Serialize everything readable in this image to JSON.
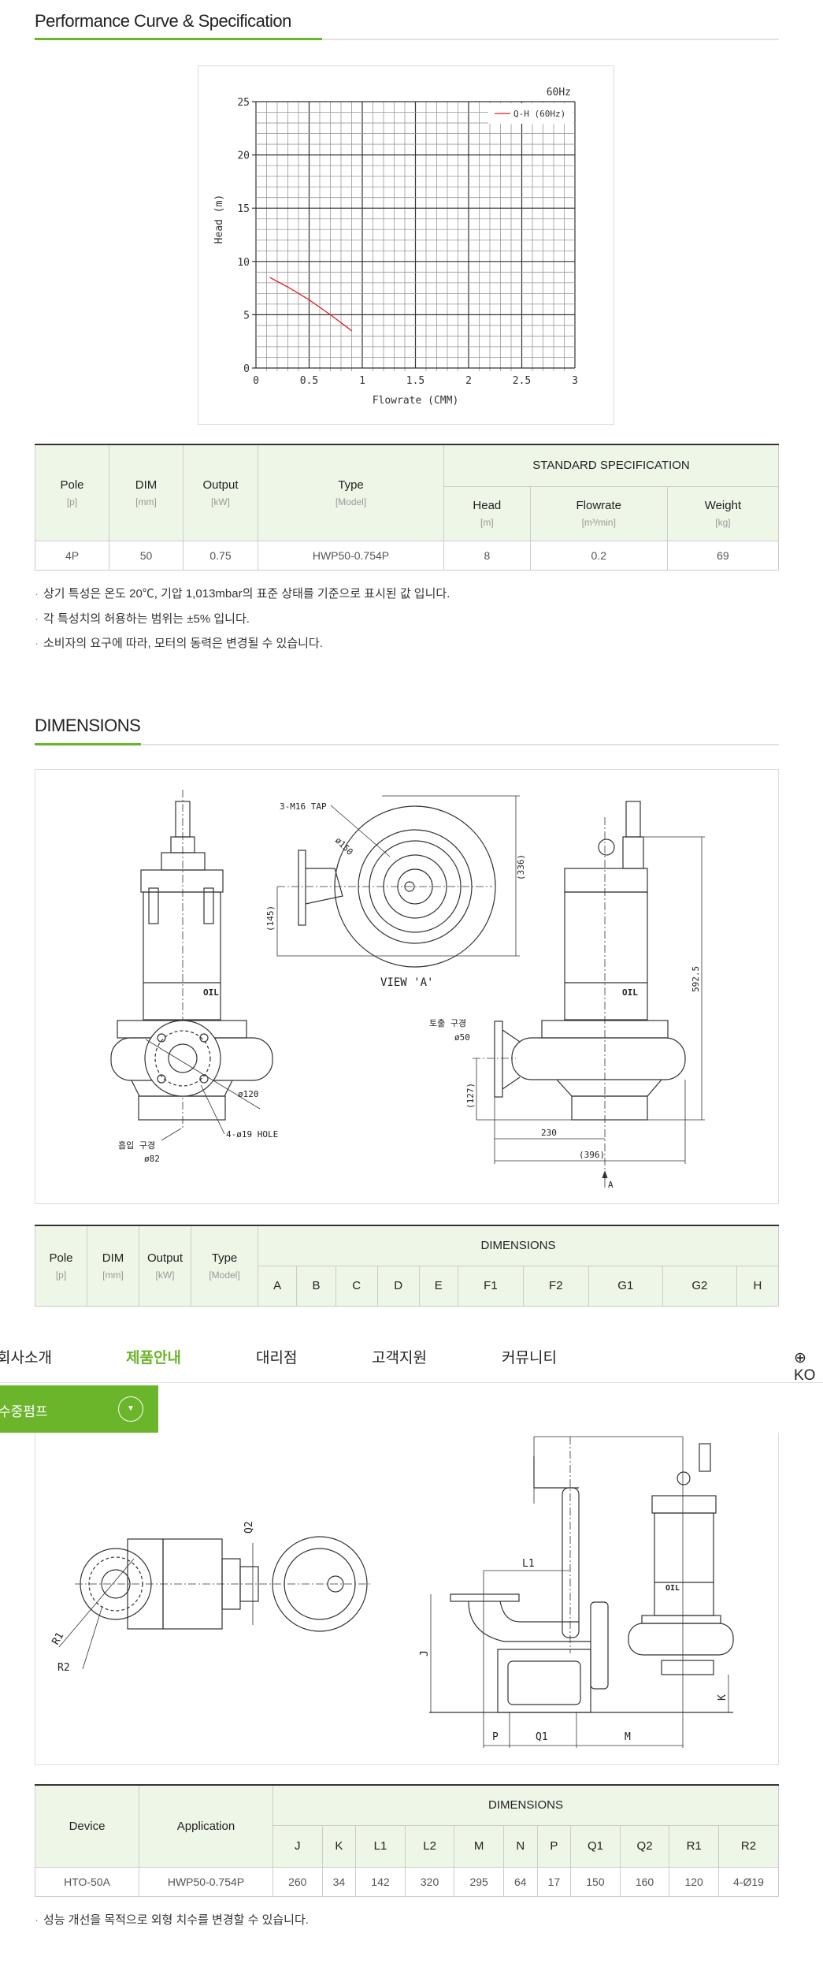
{
  "section1": {
    "title": "Performance Curve & Specification"
  },
  "chart_data": {
    "type": "line",
    "title": "60Hz",
    "xlabel": "Flowrate (CMM)",
    "ylabel": "Head (m)",
    "xlim": [
      0,
      3
    ],
    "ylim": [
      0,
      25
    ],
    "xticks": [
      "0",
      "0.5",
      "1",
      "1.5",
      "2",
      "2.5",
      "3"
    ],
    "yticks": [
      "0",
      "5",
      "10",
      "15",
      "20",
      "25"
    ],
    "grid": true,
    "legend_position": "top-right",
    "series": [
      {
        "name": "Q-H (60Hz)",
        "color": "#e02020",
        "x": [
          0.13,
          0.3,
          0.5,
          0.7,
          0.9
        ],
        "y": [
          8.5,
          7.6,
          6.4,
          5.0,
          3.5
        ]
      }
    ]
  },
  "spec_table": {
    "group_header": "STANDARD SPECIFICATION",
    "headers": [
      {
        "label": "Pole",
        "unit": "[p]"
      },
      {
        "label": "DIM",
        "unit": "[mm]"
      },
      {
        "label": "Output",
        "unit": "[kW]"
      },
      {
        "label": "Type",
        "unit": "[Model]"
      },
      {
        "label": "Head",
        "unit": "[m]"
      },
      {
        "label": "Flowrate",
        "unit": "[m³/min]"
      },
      {
        "label": "Weight",
        "unit": "[kg]"
      }
    ],
    "rows": [
      [
        "4P",
        "50",
        "0.75",
        "HWP50-0.754P",
        "8",
        "0.2",
        "69"
      ]
    ]
  },
  "notes": [
    "상기 특성은 온도 20℃, 기압 1,013mbar의 표준 상태를 기준으로 표시된 값 입니다.",
    "각 특성치의 허용하는 범위는 ±5% 입니다.",
    "소비자의 요구에 따라, 모터의 동력은 변경될 수 있습니다."
  ],
  "section2": {
    "title": "DIMENSIONS"
  },
  "drawing1": {
    "labels": [
      "3-M16 TAP",
      "ø150",
      "(336)",
      "(145)",
      "VIEW 'A'",
      "OIL",
      "592.5",
      "토출 구경",
      "ø50",
      "(127)",
      "230",
      "(396)",
      "A",
      "ø120",
      "4-ø19 HOLE",
      "흡입 구경",
      "ø82"
    ]
  },
  "dim_table": {
    "group_header": "DIMENSIONS",
    "headers": [
      {
        "label": "Pole",
        "unit": "[p]"
      },
      {
        "label": "DIM",
        "unit": "[mm]"
      },
      {
        "label": "Output",
        "unit": "[kW]"
      },
      {
        "label": "Type",
        "unit": "[Model]"
      }
    ],
    "cols": [
      "A",
      "B",
      "C",
      "D",
      "E",
      "F1",
      "F2",
      "G1",
      "G2",
      "H"
    ]
  },
  "nav": {
    "items": [
      "회사소개",
      "제품안내",
      "대리점",
      "고객지원",
      "커뮤니티"
    ],
    "active": 1,
    "lang": "KO"
  },
  "side_menu": {
    "label": "수중펌프"
  },
  "drawing2": {
    "labels": [
      "Q2",
      "R1",
      "R2",
      "L1",
      "J",
      "K",
      "P",
      "Q1",
      "M",
      "OIL"
    ]
  },
  "device_table": {
    "group_header": "DIMENSIONS",
    "headers": [
      "Device",
      "Application"
    ],
    "cols": [
      "J",
      "K",
      "L1",
      "L2",
      "M",
      "N",
      "P",
      "Q1",
      "Q2",
      "R1",
      "R2"
    ],
    "rows": [
      [
        "HTO-50A",
        "HWP50-0.754P",
        "260",
        "34",
        "142",
        "320",
        "295",
        "64",
        "17",
        "150",
        "160",
        "120",
        "4-Ø19"
      ]
    ]
  },
  "footer_note": "성능 개선을 목적으로 외형 치수를 변경할 수 있습니다.",
  "colors": {
    "accent": "#6bb52b",
    "header_bg": "#eef6e8",
    "curve": "#e02020"
  }
}
